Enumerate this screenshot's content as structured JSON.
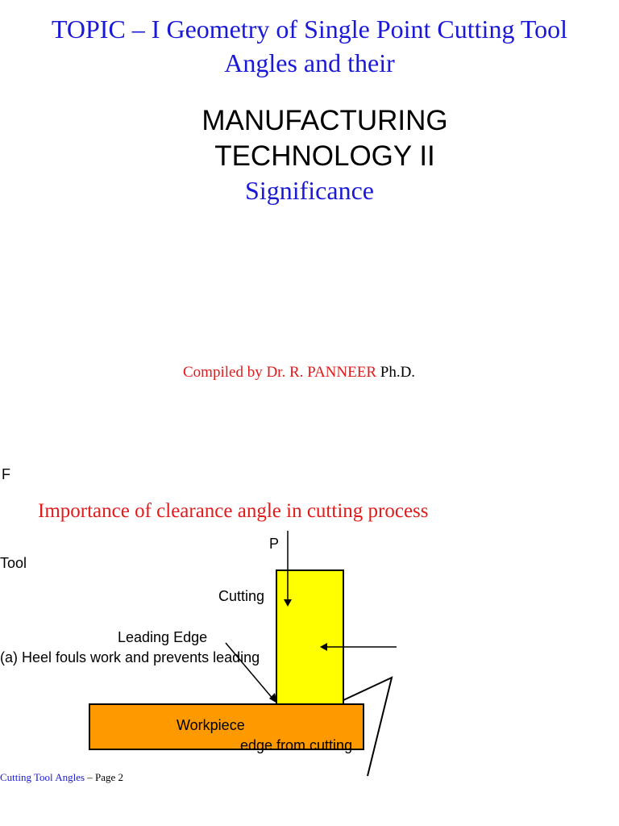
{
  "title": {
    "line1": "TOPIC – I Geometry of Single Point Cutting Tool",
    "line2": "Angles and their"
  },
  "subtitle": {
    "line1": "MANUFACTURING",
    "line2": "TECHNOLOGY II",
    "significance": "Significance"
  },
  "credit": {
    "compiled_by": "Compiled by Dr. R. PANNEER",
    "degree": " Ph.D."
  },
  "diagram": {
    "letter_f": "F",
    "heading": "Importance of clearance angle in cutting process",
    "label_p": "P",
    "label_tool": "Tool",
    "label_cutting": "Cutting",
    "label_leading_edge": "Leading Edge",
    "label_heel": "(a) Heel fouls work and prevents leading",
    "label_workpiece": "Workpiece",
    "label_edge_from_cutting": "edge from cutting",
    "colors": {
      "tool_fill": "#ffff00",
      "workpiece_fill": "#ff9900",
      "stroke": "#000000"
    }
  },
  "footer": {
    "doc_name": "Cutting Tool Angles",
    "page": " – Page 2"
  },
  "colors": {
    "title_blue": "#1a1ad6",
    "accent_red": "#e01b1b"
  }
}
